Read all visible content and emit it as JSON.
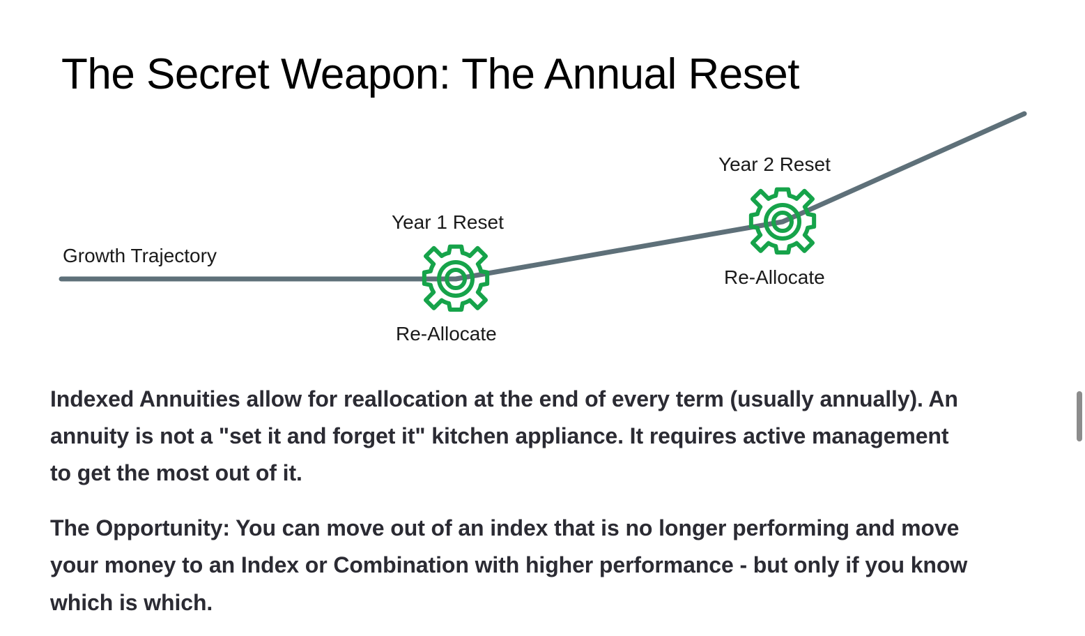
{
  "page": {
    "title": "The Secret Weapon: The Annual Reset",
    "background_color": "#ffffff"
  },
  "colors": {
    "title_text": "#000000",
    "body_text": "#2b2b33",
    "diagram_label_text": "#1a1a1a",
    "trajectory_line": "#5e7079",
    "gear_accent": "#16a34a",
    "scrollbar_thumb": "#8c8c8c"
  },
  "diagram": {
    "name": "growth-trajectory-diagram",
    "trajectory_label": "Growth Trajectory",
    "milestones": [
      {
        "id": "year-1",
        "icon": "gear-icon",
        "label_above": "Year 1 Reset",
        "label_below": "Re-Allocate"
      },
      {
        "id": "year-2",
        "icon": "gear-icon",
        "label_above": "Year 2 Reset",
        "label_below": "Re-Allocate"
      }
    ]
  },
  "chart_data": {
    "type": "line",
    "title": "Growth Trajectory",
    "xlabel": "",
    "ylabel": "",
    "grid": false,
    "legend": "none",
    "series": [
      {
        "name": "Growth Trajectory",
        "points": [
          {
            "x": 88,
            "y": 400
          },
          {
            "x": 654,
            "y": 400
          },
          {
            "x": 1123,
            "y": 318
          },
          {
            "x": 1470,
            "y": 163
          }
        ]
      }
    ],
    "annotations": [
      {
        "x": 654,
        "y": 400,
        "above": "Year 1 Reset",
        "below": "Re-Allocate",
        "marker": "gear-icon"
      },
      {
        "x": 1123,
        "y": 318,
        "above": "Year 2 Reset",
        "below": "Re-Allocate",
        "marker": "gear-icon"
      },
      {
        "x": 90,
        "y": 380,
        "above": "Growth Trajectory",
        "below": "",
        "marker": "none"
      }
    ]
  },
  "body": {
    "paragraphs": [
      "Indexed Annuities allow for reallocation at the end of every term (usually annually). An annuity is not a \"set it and forget it\" kitchen appliance. It requires active management to get the most out of it.",
      "The Opportunity: You can move out of an index that is no longer performing and move your money to an Index or Combination with higher performance - but only if you know which is which."
    ]
  }
}
